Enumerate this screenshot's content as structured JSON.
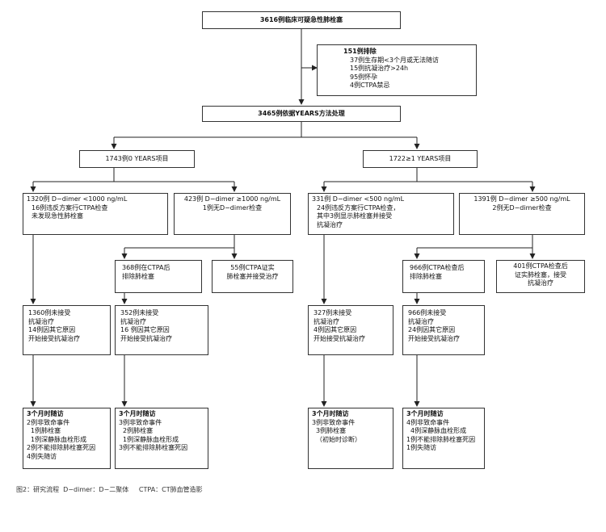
{
  "caption": "图2：研究流程  D−dimer：D−二聚体     CTPA：CT肺血管造影",
  "nodes": {
    "n1": {
      "lines": [
        "3616例临床可疑急性肺栓塞"
      ]
    },
    "ex": {
      "lines": [
        "151例排除",
        "37例生存期<3个月或无法随访",
        "15例抗凝治疗>24h",
        "95例怀孕",
        "4例CTPA禁忌"
      ]
    },
    "n2": {
      "lines": [
        "3465例依据YEARS方法处理"
      ]
    },
    "l0": {
      "lines": [
        "1743例0 YEARS项目"
      ]
    },
    "r0": {
      "lines": [
        "1722≥1 YEARS项目"
      ]
    },
    "a1": {
      "lines": [
        "1320例 D−dimer <1000 ng/mL",
        "16例违反方案行CTPA检查",
        "未发现急性肺栓塞"
      ]
    },
    "a2": {
      "lines": [
        "423例 D−dimer ≥1000 ng/mL",
        "1例无D−dimer检查"
      ]
    },
    "a3": {
      "lines": [
        "331例 D−dimer <500 ng/mL",
        "24例违反方案行CTPA检查，",
        "其中3例显示肺栓塞并接受",
        "抗凝治疗"
      ]
    },
    "a4": {
      "lines": [
        "1391例 D−dimer ≥500 ng/mL",
        "2例无D−dimer检查"
      ]
    },
    "b1": {
      "lines": [
        "368例在CTPA后",
        "排除肺栓塞"
      ]
    },
    "b2": {
      "lines": [
        "55例CTPA证实",
        "肺栓塞并接受治疗"
      ]
    },
    "b3": {
      "lines": [
        "966例CTPA检查后",
        "排除肺栓塞"
      ]
    },
    "b4": {
      "lines": [
        "401例CTPA检查后",
        "证实肺栓塞，接受",
        "抗凝治疗"
      ]
    },
    "c1": {
      "lines": [
        "1360例未接受",
        "抗凝治疗",
        "14例因其它原因",
        "开始接受抗凝治疗"
      ]
    },
    "c2": {
      "lines": [
        "352例未接受",
        "抗凝治疗",
        "16 例因其它原因",
        "开始接受抗凝治疗"
      ]
    },
    "c3": {
      "lines": [
        "327例未接受",
        "抗凝治疗",
        "4例因其它原因",
        "开始接受抗凝治疗"
      ]
    },
    "c4": {
      "lines": [
        "966例未接受",
        "抗凝治疗",
        "24例因其它原因",
        "开始接受抗凝治疗"
      ]
    },
    "d1": {
      "lines": [
        "3个月时随访",
        "2例非致命事件",
        "1例肺栓塞",
        "1例深静脉血栓形成",
        "2例不能排除肺栓塞死因",
        "4例失随访"
      ]
    },
    "d2": {
      "lines": [
        "3个月时随访",
        "3例非致命事件",
        "2例肺栓塞",
        "1例深静脉血栓形成",
        "3例不能排除肺栓塞死因"
      ]
    },
    "d3": {
      "lines": [
        "3个月时随访",
        "3例非致命事件",
        "3例肺栓塞",
        "（初始时诊断）"
      ]
    },
    "d4": {
      "lines": [
        "3个月时随访",
        "4例非致命事件",
        "4例深静脉血栓形成",
        "1例不能排除肺栓塞死因",
        "1例失随访"
      ]
    }
  }
}
